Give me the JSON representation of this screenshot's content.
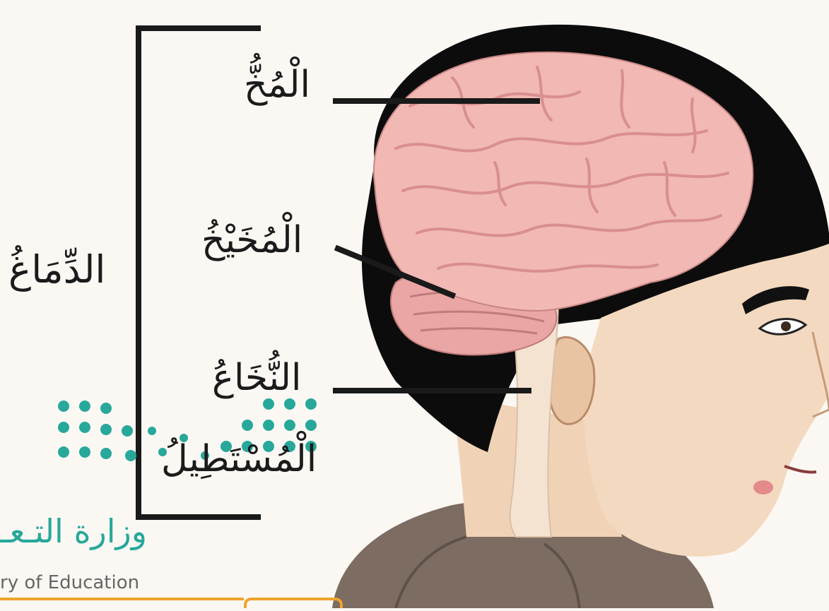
{
  "labels": {
    "brain_group": "الدِّمَاغُ",
    "cerebrum": "الْمُخُّ",
    "cerebellum": "الْمُخَيْخُ",
    "medulla": "النُّخَاعُ",
    "oblongata": "الْمُسْتَطِيلُ"
  },
  "watermark": {
    "arabic": "وزارة التـعـ",
    "english": "ry of Education",
    "color": "#27a89a"
  },
  "colors": {
    "hair": "#0c0c0c",
    "skin": "#f3d9bf",
    "brain": "#f1b8b4",
    "brain_fold": "#d88f8d",
    "cerebellum": "#e9a6a4",
    "spinal_cord": "#f4e3d0",
    "shirt": "#7d6c62",
    "lines": "#1a1a1a",
    "accent_orange": "#f0a32a"
  }
}
